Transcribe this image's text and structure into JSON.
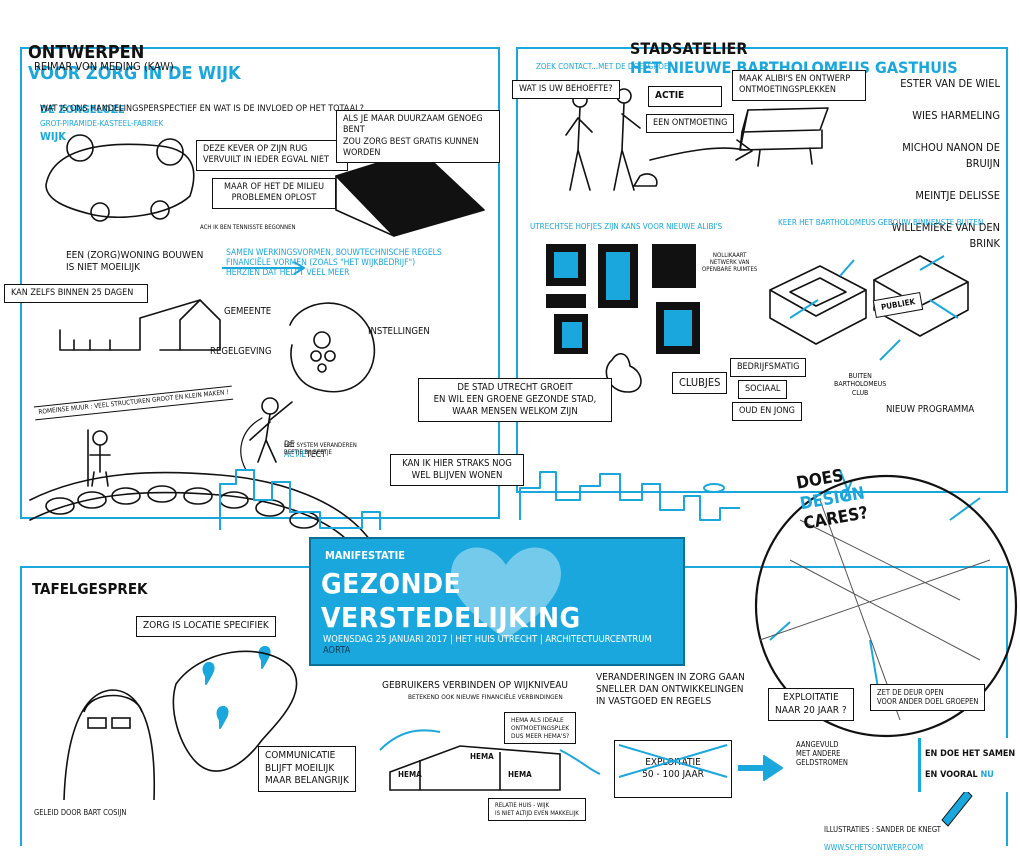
{
  "headers": {
    "left_prefix": "ONTWERPEN",
    "left_suffix": "VOOR ZORG IN DE WIJK",
    "right_prefix": "STADSATELIER",
    "right_suffix": "HET NIEUWE BARTHOLOMEUS GASTHUIS",
    "tafel": "TAFELGESPREK"
  },
  "q1": {
    "speaker": "REIMAR VON MEDING (KAW)",
    "title_a": "DE ZORGELOZE",
    "title_b": "GROT-PIRAMIDE-KASTEEL-FABRIEK",
    "title_c": "WIJK",
    "subtitle": "WAT IS ONS HANDELINGSPERSPECTIEF EN WAT IS DE INVLOED   OP HET TOTAAL?",
    "kever": "DEZE KEVER OP ZIJN RUG\nVERVUILT IN IEDER EGVAL NIET",
    "milieu": "MAAR OF HET DE MILIEU\nPROBLEMEN OPLOST",
    "tenniste": "ACH IK BEN TENNISSTE BEGONNEN",
    "duurzaam": "ALS JE MAAR DUURZAAM GENOEG BENT\nZOU ZORG BEST GRATIS KUNNEN WORDEN",
    "zorgwoning": "EEN (ZORG)WONING BOUWEN\nIS NIET MOEILIJK",
    "samen": "SAMEN WERKINGSVORMEN, BOUWTECHNISCHE REGELS\nFINANCIËLE VORMEN (ZOALS \"HET WIJKBEDRIJF\")\nHERZIEN DAT HELPT VEEL MEER",
    "dagen": "KAN ZELFS BINNEN 25 DAGEN",
    "gemeente": "GEMEENTE",
    "regelgeving": "REGELGEVING",
    "instellingen": "INSTELLINGEN",
    "muur": "ROMEINSE MUUR : VEEL STRUCTUREN GROOT EN KLEIN MAKEN !",
    "actie_a": "DE",
    "actie_b": "ACTIE",
    "actie_c": "TECT",
    "actie_d": "HET SYSTEM VERANDEREN\nBEETJE BIJ BEETJE"
  },
  "q2": {
    "zoek": "ZOEK CONTACT...MET DE DOELGROEP",
    "behoefte": "WAT IS UW BEHOEFTE?",
    "actie": "ACTIE",
    "ontmoeting": "EEN ONTMOETING",
    "alibi": "MAAK ALIBI'S EN ONTWERP\nONTMOETINGSPLEKKEN",
    "people": [
      "ESTER VAN DE WIEL",
      "WIES HARMELING",
      "MICHOU NANON DE BRUIJN",
      "MEINTJE DELISSE",
      "WILLEMIEKE VAN DEN BRINK"
    ],
    "hofjes": "UTRECHTSE HOFJES ZIJN KANS VOOR NIEUWE ALIBI'S",
    "keer": "KEER HET BARTHOLOMEUS GEBOUW BINNENSTE BUITEN",
    "nolli": "NOLLIKAART\nNETWERK VAN\nOPENBARE RUIMTES",
    "clubjes": "CLUBJES",
    "bedrijf": "BEDRIJFSMATIG",
    "sociaal": "SOCIAAL",
    "oudjong": "OUD EN JONG",
    "buiten": "BUITEN\nBARTHOLOMEUS\nCLUB",
    "programma": "NIEUW PROGRAMMA",
    "publiek": "PUBLIEK",
    "groeit": "DE STAD UTRECHT GROEIT\nEN WIL EEN GROENE GEZONDE STAD,\nWAAR MENSEN WELKOM ZIJN",
    "blijven": "KAN IK HIER STRAKS NOG\nWEL BLIJVEN WONEN"
  },
  "banner": {
    "kicker": "MANIFESTATIE",
    "title": "GEZONDE VERSTEDELIJKING",
    "details": "WOENSDAG 25 JANUARI 2017 | HET HUIS UTRECHT | ARCHITECTUURCENTRUM",
    "org": "AORTA"
  },
  "q3": {
    "locatie": "ZORG IS LOCATIE SPECIFIEK",
    "communicatie": "COMMUNICATIE\nBLIJFT MOEILIJK\nMAAR BELANGRIJK",
    "geleid": "GELEID DOOR BART COSIJN",
    "gebruikers": "GEBRUIKERS VERBINDEN OP WIJKNIVEAU",
    "betekend": "BETEKEND OOK NIEUWE FINANCIËLE VERBINDINGEN",
    "hema_q": "HEMA ALS IDEALE\nONTMOETINGSPLEK\nDUS MEER HEMA'S?",
    "hema_sign": "HEMA",
    "relatie": "RELATIE HUIS - WIJK\nIS NIET ALTIJD EVEN MAKKELIJK",
    "veranderingen": "VERANDERINGEN IN ZORG GAAN\nSNELLER DAN ONTWIKKELINGEN\nIN VASTGOED EN REGELS",
    "exploitatie_old": "EXPLOITATIE\n50 - 100 JAAR"
  },
  "q4": {
    "design_a": "DOES",
    "design_b": "DESIGN",
    "design_c": "CARES?",
    "exploitatie": "EXPLOITATIE\nNAAR 20 JAAR ?",
    "aangevuld": "AANGEVULD\nMET ANDERE\nGELDSTROMEN",
    "deur": "ZET DE DEUR OPEN\nVOOR ANDER DOEL GROEPEN",
    "samen_a": "EN DOE HET SAMEN",
    "samen_b": "EN VOORAL",
    "samen_c": "NU",
    "credit": "ILLUSTRATIES : SANDER DE KNEGT",
    "url": "WWW.SCHETSONTWERP.COM"
  },
  "colors": {
    "accent": "#1aa7dd",
    "ink": "#111111"
  }
}
